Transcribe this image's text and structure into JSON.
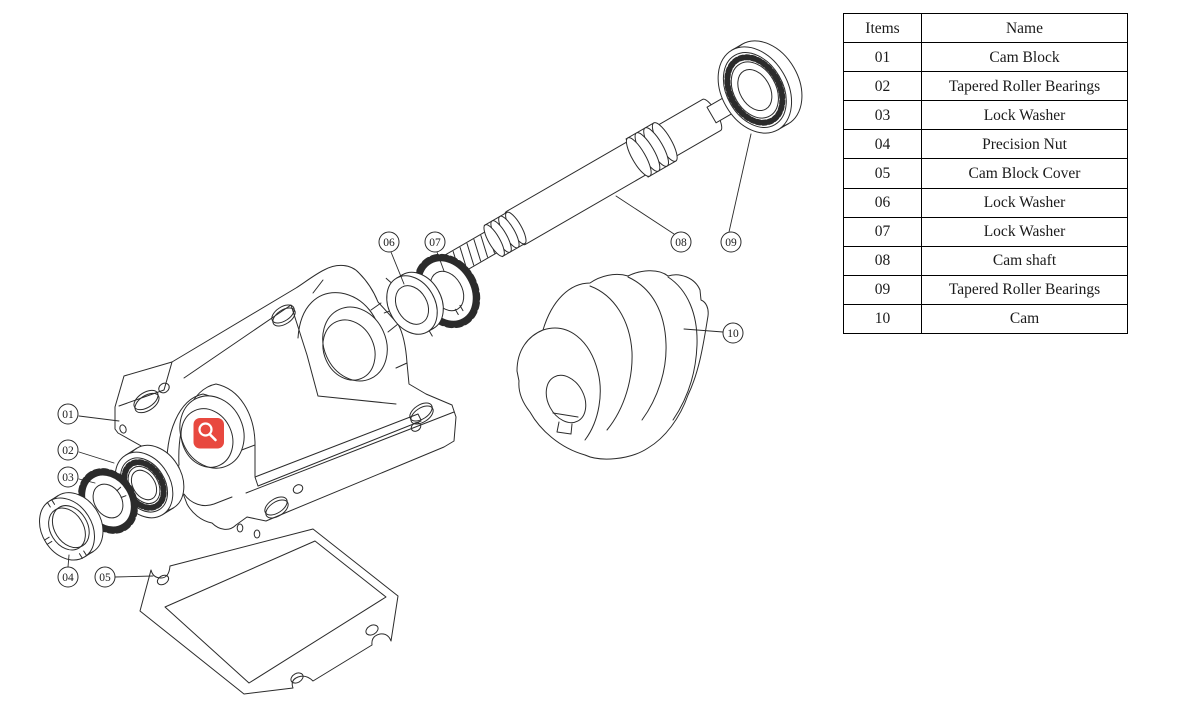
{
  "parts_table": {
    "headers": {
      "items": "Items",
      "name": "Name"
    },
    "rows": [
      {
        "item": "01",
        "name": "Cam Block"
      },
      {
        "item": "02",
        "name": "Tapered Roller Bearings"
      },
      {
        "item": "03",
        "name": "Lock Washer"
      },
      {
        "item": "04",
        "name": "Precision Nut"
      },
      {
        "item": "05",
        "name": "Cam Block Cover"
      },
      {
        "item": "06",
        "name": "Lock Washer"
      },
      {
        "item": "07",
        "name": "Lock Washer"
      },
      {
        "item": "08",
        "name": "Cam shaft"
      },
      {
        "item": "09",
        "name": "Tapered Roller Bearings"
      },
      {
        "item": "10",
        "name": "Cam"
      }
    ]
  },
  "callouts": [
    {
      "label": "01"
    },
    {
      "label": "02"
    },
    {
      "label": "03"
    },
    {
      "label": "04"
    },
    {
      "label": "05"
    },
    {
      "label": "06"
    },
    {
      "label": "07"
    },
    {
      "label": "08"
    },
    {
      "label": "09"
    },
    {
      "label": "10"
    }
  ],
  "annotations": {
    "magnifier_marker_color": "#e8483f"
  },
  "colors": {
    "line": "#2b2b2b",
    "background": "#ffffff",
    "table_border": "#000000"
  }
}
